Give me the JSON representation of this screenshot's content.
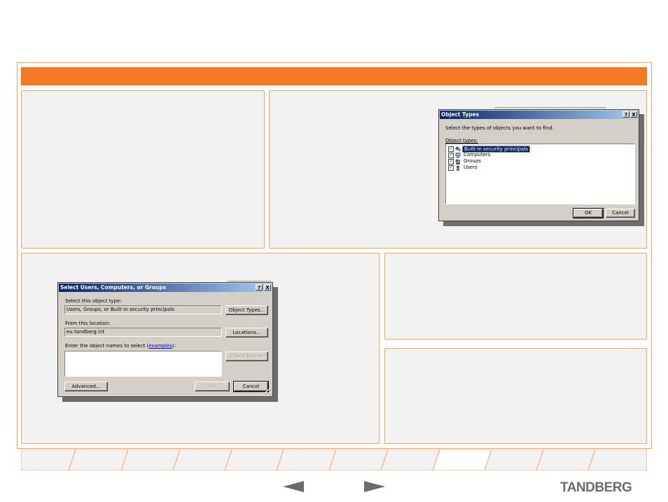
{
  "select_dialog": {
    "title": "Select Users, Computers, or Groups",
    "help_button": "?",
    "close_button": "X",
    "object_type_label": "Select this object type:",
    "object_type_value": "Users, Groups, or Built-in security principals",
    "object_types_button": "Object Types...",
    "location_label": "From this location:",
    "location_value": "eu.tandberg.int",
    "locations_button": "Locations...",
    "names_label": "Enter the object names to select (",
    "names_label_link": "examples",
    "names_label_end": "):",
    "names_value": "",
    "check_names_button": "Check Names",
    "advanced_button": "Advanced...",
    "ok_button": "OK",
    "cancel_button": "Cancel"
  },
  "object_types_dialog": {
    "title": "Object Types",
    "help_button": "?",
    "close_button": "X",
    "instruction": "Select the types of objects you want to find.",
    "list_label": "Object types:",
    "items": [
      {
        "label": "Built-in security principals",
        "checked": true,
        "selected": true,
        "icon": "security-principal-icon"
      },
      {
        "label": "Computers",
        "checked": true,
        "selected": false,
        "icon": "computer-icon"
      },
      {
        "label": "Groups",
        "checked": true,
        "selected": false,
        "icon": "group-icon"
      },
      {
        "label": "Users",
        "checked": true,
        "selected": false,
        "icon": "user-icon"
      }
    ],
    "ok_button": "OK",
    "cancel_button": "Cancel"
  },
  "nav": {
    "prev_arrow": "◀",
    "next_arrow": "▶"
  },
  "brand": {
    "logo": "TANDBERG"
  },
  "colors": {
    "accent": "#f47920",
    "panel_bg": "#f2f2f2",
    "panel_border": "#f4a264"
  }
}
